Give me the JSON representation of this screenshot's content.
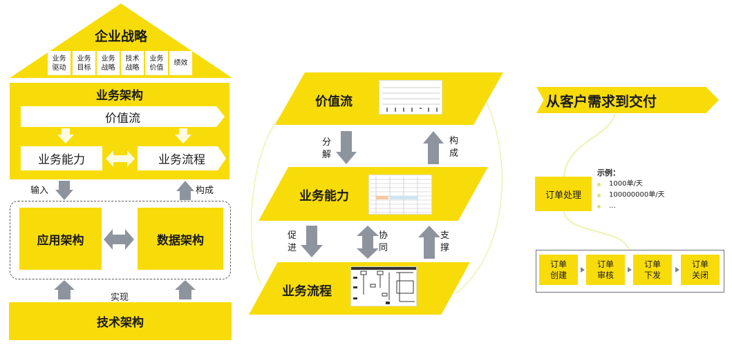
{
  "left_panel": {
    "strategy": {
      "title": "企业战略",
      "items": [
        {
          "line1": "业务",
          "line2": "驱动"
        },
        {
          "line1": "业务",
          "line2": "目标"
        },
        {
          "line1": "业务",
          "line2": "战略"
        },
        {
          "line1": "技术",
          "line2": "战略"
        },
        {
          "line1": "业务",
          "line2": "价值"
        },
        {
          "line1": "绩效",
          "line2": ""
        }
      ]
    },
    "business_architecture": {
      "title": "业务架构",
      "value_stream": "价值流",
      "capability": "业务能力",
      "process": "业务流程"
    },
    "input_label": "输入",
    "compose_label": "构成",
    "application_architecture": "应用架构",
    "data_architecture": "数据架构",
    "realize_label": "实现",
    "technology_architecture": "技术架构"
  },
  "middle_panel": {
    "value_stream": "价值流",
    "capability": "业务能力",
    "process": "业务流程",
    "decompose": [
      "分",
      "解"
    ],
    "compose": [
      "构",
      "成"
    ],
    "promote": [
      "促",
      "进"
    ],
    "collaborate": [
      "协",
      "同"
    ],
    "support": [
      "支",
      "撑"
    ]
  },
  "right_panel": {
    "banner": "从客户需求到交付",
    "order_processing": "订单处理",
    "examples_title": "示例：",
    "examples": [
      "1000单/天",
      "100000000单/天",
      "…"
    ],
    "steps": [
      {
        "line1": "订单",
        "line2": "创建"
      },
      {
        "line1": "订单",
        "line2": "审核"
      },
      {
        "line1": "订单",
        "line2": "下发"
      },
      {
        "line1": "订单",
        "line2": "关闭"
      }
    ]
  },
  "colors": {
    "yellow": "#f8dc0a",
    "arrow_gray": "#8e949e",
    "curve": "#e8eda0"
  }
}
